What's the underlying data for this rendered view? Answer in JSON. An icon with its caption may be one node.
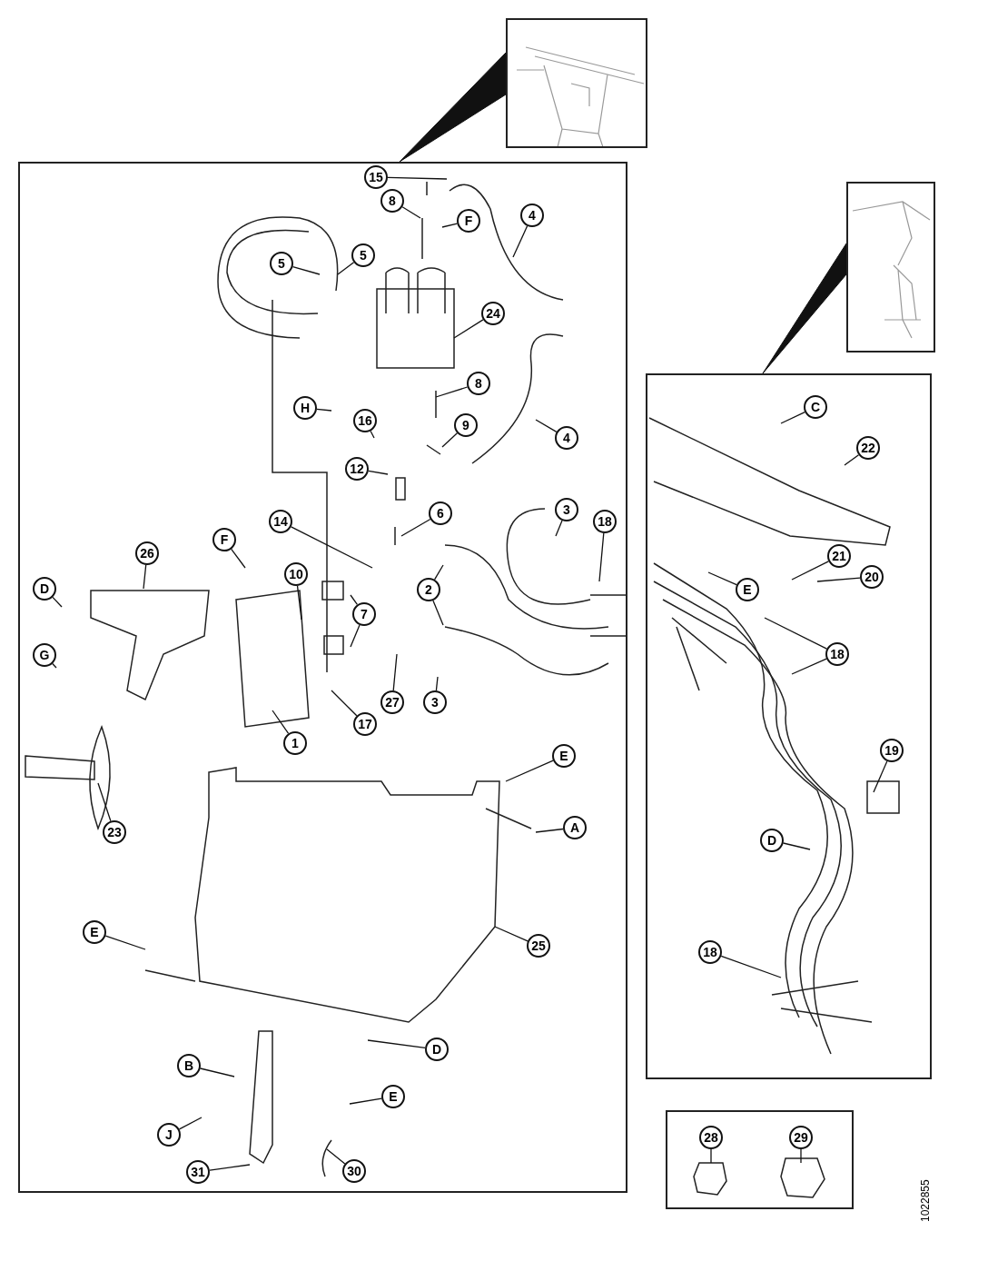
{
  "diagram": {
    "nodes": [
      {
        "text": [],
        "shape": "picture"
      },
      {
        "text": [],
        "shape": "picture"
      },
      {
        "text": [],
        "shape": "box"
      },
      {
        "text": [
          "15"
        ],
        "in": 2
      },
      {
        "text": [
          "8"
        ],
        "in": 2
      },
      {
        "text": [
          "F"
        ],
        "in": 2
      },
      {
        "text": [
          "4"
        ],
        "in": 2
      },
      {
        "text": [
          "5"
        ],
        "in": 2
      },
      {
        "text": [
          "5"
        ],
        "in": 2
      },
      {
        "text": [
          "24"
        ],
        "in": 2
      },
      {
        "text": [
          "8"
        ],
        "in": 2
      },
      {
        "text": [
          "H"
        ],
        "in": 2
      },
      {
        "text": [
          "16"
        ],
        "in": 2
      },
      {
        "text": [
          "9"
        ],
        "in": 2
      },
      {
        "text": [
          "4"
        ],
        "in": 2
      },
      {
        "text": [
          "12"
        ],
        "in": 2
      },
      {
        "text": [
          "14"
        ],
        "in": 2
      },
      {
        "text": [
          "6"
        ],
        "in": 2
      },
      {
        "text": [
          "3"
        ],
        "in": 2
      },
      {
        "text": [
          "18"
        ],
        "in": 2
      },
      {
        "text": [
          "F"
        ],
        "in": 2
      },
      {
        "text": [
          "26"
        ],
        "in": 2
      },
      {
        "text": [
          "10"
        ],
        "in": 2
      },
      {
        "text": [
          "D"
        ],
        "in": 2
      },
      {
        "text": [
          "7"
        ],
        "in": 2
      },
      {
        "text": [
          "2"
        ],
        "in": 2
      },
      {
        "text": [
          "G"
        ],
        "in": 2
      },
      {
        "text": [
          "3"
        ],
        "in": 2
      },
      {
        "text": [
          "27"
        ],
        "in": 2
      },
      {
        "text": [
          "17"
        ],
        "in": 2
      },
      {
        "text": [
          "1"
        ],
        "in": 2
      },
      {
        "text": [
          "E"
        ],
        "in": 2
      },
      {
        "text": [
          "A"
        ],
        "in": 2
      },
      {
        "text": [
          "23"
        ],
        "in": 2
      },
      {
        "text": [
          "E"
        ],
        "in": 2
      },
      {
        "text": [
          "25"
        ],
        "in": 2
      },
      {
        "text": [
          "D"
        ],
        "in": 2
      },
      {
        "text": [
          "B"
        ],
        "in": 2
      },
      {
        "text": [
          "E"
        ],
        "in": 2
      },
      {
        "text": [
          "J"
        ],
        "in": 2
      },
      {
        "text": [
          "31"
        ],
        "in": 2
      },
      {
        "text": [
          "30"
        ],
        "in": 2
      },
      {
        "text": [],
        "shape": "box"
      },
      {
        "text": [
          "C"
        ],
        "in": 42
      },
      {
        "text": [
          "22"
        ],
        "in": 42
      },
      {
        "text": [
          "21"
        ],
        "in": 42
      },
      {
        "text": [
          "E"
        ],
        "in": 42
      },
      {
        "text": [
          "20"
        ],
        "in": 42
      },
      {
        "text": [
          "18"
        ],
        "in": 42
      },
      {
        "text": [
          "19"
        ],
        "in": 42
      },
      {
        "text": [
          "D"
        ],
        "in": 42
      },
      {
        "text": [
          "18"
        ],
        "in": 42
      },
      {
        "text": [],
        "shape": "box"
      },
      {
        "text": [
          "28"
        ],
        "in": 52
      },
      {
        "text": [
          "29"
        ],
        "in": 52
      }
    ],
    "edges": [
      {
        "from": 0,
        "to": 2,
        "arrow": "none",
        "style": "thick"
      },
      {
        "from": 1,
        "to": 42,
        "arrow": "none",
        "style": "thick"
      },
      {
        "from": 3,
        "to": null,
        "arrow": "none"
      },
      {
        "from": 4,
        "to": null,
        "arrow": "none"
      },
      {
        "from": 5,
        "to": null,
        "arrow": "none"
      },
      {
        "from": 6,
        "to": null,
        "arrow": "none"
      },
      {
        "from": 7,
        "to": null,
        "arrow": "none"
      },
      {
        "from": 8,
        "to": null,
        "arrow": "none"
      },
      {
        "from": 9,
        "to": null,
        "arrow": "none"
      },
      {
        "from": 10,
        "to": null,
        "arrow": "none"
      },
      {
        "from": 11,
        "to": null,
        "arrow": "none"
      },
      {
        "from": 12,
        "to": null,
        "arrow": "none"
      },
      {
        "from": 13,
        "to": null,
        "arrow": "none"
      },
      {
        "from": 14,
        "to": null,
        "arrow": "none"
      },
      {
        "from": 15,
        "to": null,
        "arrow": "none"
      },
      {
        "from": 16,
        "to": null,
        "arrow": "none"
      },
      {
        "from": 17,
        "to": null,
        "arrow": "none"
      },
      {
        "from": 18,
        "to": null,
        "arrow": "none"
      },
      {
        "from": 19,
        "to": null,
        "arrow": "none"
      },
      {
        "from": 20,
        "to": null,
        "arrow": "none"
      },
      {
        "from": 21,
        "to": null,
        "arrow": "none"
      },
      {
        "from": 22,
        "to": null,
        "arrow": "none"
      },
      {
        "from": 23,
        "to": null,
        "arrow": "none"
      },
      {
        "from": 24,
        "to": null,
        "arrow": "none"
      },
      {
        "from": 24,
        "to": null,
        "arrow": "none"
      },
      {
        "from": 25,
        "to": null,
        "arrow": "none"
      },
      {
        "from": 25,
        "to": null,
        "arrow": "none"
      },
      {
        "from": 26,
        "to": null,
        "arrow": "none"
      },
      {
        "from": 27,
        "to": null,
        "arrow": "none"
      },
      {
        "from": 28,
        "to": null,
        "arrow": "none"
      },
      {
        "from": 29,
        "to": null,
        "arrow": "none"
      },
      {
        "from": 30,
        "to": null,
        "arrow": "none"
      },
      {
        "from": 31,
        "to": null,
        "arrow": "none"
      },
      {
        "from": 32,
        "to": null,
        "arrow": "none"
      },
      {
        "from": 33,
        "to": null,
        "arrow": "none"
      },
      {
        "from": 34,
        "to": null,
        "arrow": "none"
      },
      {
        "from": 35,
        "to": null,
        "arrow": "none"
      },
      {
        "from": 36,
        "to": null,
        "arrow": "none"
      },
      {
        "from": 37,
        "to": null,
        "arrow": "none"
      },
      {
        "from": 38,
        "to": null,
        "arrow": "none"
      },
      {
        "from": 39,
        "to": null,
        "arrow": "none"
      },
      {
        "from": 40,
        "to": null,
        "arrow": "none"
      },
      {
        "from": 41,
        "to": null,
        "arrow": "none"
      },
      {
        "from": 43,
        "to": null,
        "arrow": "none"
      },
      {
        "from": 44,
        "to": null,
        "arrow": "none"
      },
      {
        "from": 45,
        "to": null,
        "arrow": "none"
      },
      {
        "from": 46,
        "to": null,
        "arrow": "none"
      },
      {
        "from": 47,
        "to": null,
        "arrow": "none"
      },
      {
        "from": 48,
        "to": null,
        "arrow": "none"
      },
      {
        "from": 48,
        "to": null,
        "arrow": "none"
      },
      {
        "from": 49,
        "to": null,
        "arrow": "none"
      },
      {
        "from": 50,
        "to": null,
        "arrow": "none"
      },
      {
        "from": 51,
        "to": null,
        "arrow": "none"
      },
      {
        "from": 53,
        "to": null,
        "arrow": "none"
      },
      {
        "from": 54,
        "to": null,
        "arrow": "none"
      }
    ],
    "labels": [
      "1022855"
    ]
  }
}
